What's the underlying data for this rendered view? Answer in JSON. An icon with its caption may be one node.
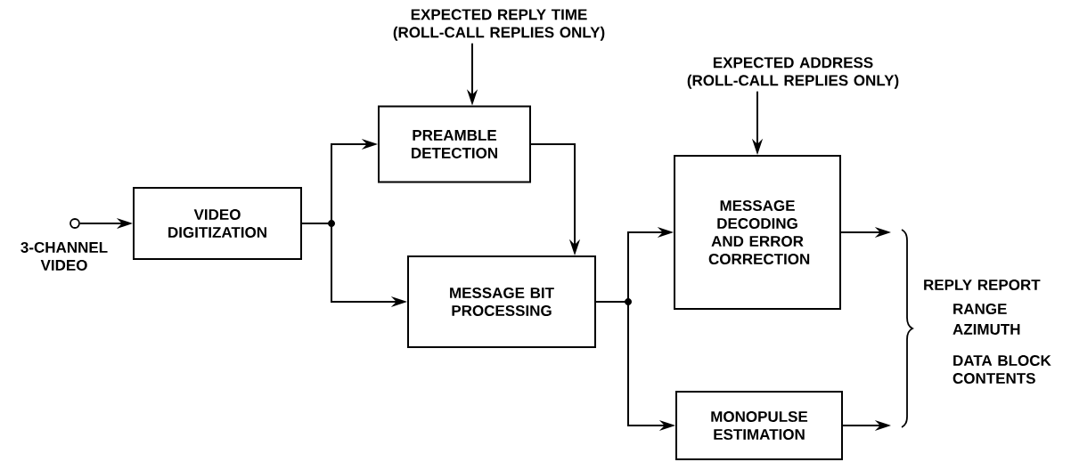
{
  "diagram": {
    "nodes": [
      {
        "text": [],
        "shape": "circle",
        "beside": [
          "3-CHANNEL VIDEO"
        ]
      },
      {
        "text": [
          "VIDEO DIGITIZATION"
        ]
      },
      {
        "text": [
          "EXPECTED REPLY TIME (ROLL-CALL REPLIES ONLY)"
        ]
      },
      {
        "text": [
          "PREAMBLE DETECTION"
        ]
      },
      {
        "text": [
          "MESSAGE BIT PROCESSING"
        ]
      },
      {
        "text": [
          "EXPECTED ADDRESS (ROLL-CALL REPLIES ONLY)"
        ]
      },
      {
        "text": [
          "MESSAGE DECODING AND ERROR CORRECTION"
        ]
      },
      {
        "text": [
          "MONOPULSE ESTIMATION"
        ]
      }
    ],
    "edges": [
      {
        "from": 0,
        "to": 1,
        "arrow": "to"
      },
      {
        "from": 1,
        "to": 3,
        "arrow": "to"
      },
      {
        "from": 1,
        "to": 4,
        "arrow": "to"
      },
      {
        "from": 2,
        "to": 3,
        "arrow": "to"
      },
      {
        "from": 3,
        "to": 4,
        "arrow": "to"
      },
      {
        "from": 4,
        "to": 6,
        "arrow": "to"
      },
      {
        "from": 4,
        "to": 7,
        "arrow": "to"
      },
      {
        "from": 5,
        "to": 6,
        "arrow": "to"
      },
      {
        "from": 6,
        "to": null,
        "arrow": "to"
      },
      {
        "from": 7,
        "to": null,
        "arrow": "to"
      }
    ],
    "labels": [
      "REPLY REPORT",
      "RANGE",
      "AZIMUTH",
      "DATA BLOCK CONTENTS"
    ]
  }
}
